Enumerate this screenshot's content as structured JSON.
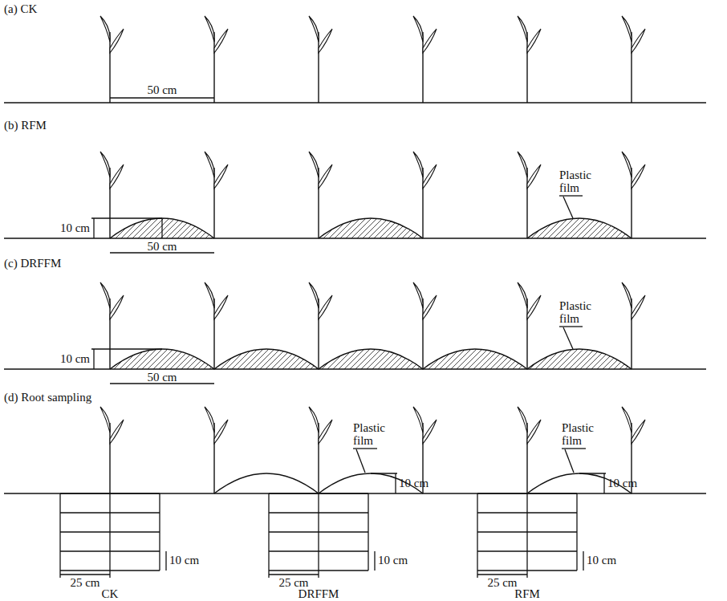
{
  "diagram": {
    "labels": [
      "(a) CK",
      "50 cm",
      "(b) RFM",
      "10 cm",
      "50 cm",
      "Plastic film",
      "(c) DRFFM",
      "10 cm",
      "50 cm",
      "Plastic film",
      "(d) Root sampling",
      "Plastic film",
      "10 cm",
      "Plastic film",
      "10 cm",
      "10 cm",
      "25 cm",
      "CK",
      "10 cm",
      "25 cm",
      "DRFFM",
      "10 cm",
      "25 cm",
      "RFM"
    ]
  }
}
